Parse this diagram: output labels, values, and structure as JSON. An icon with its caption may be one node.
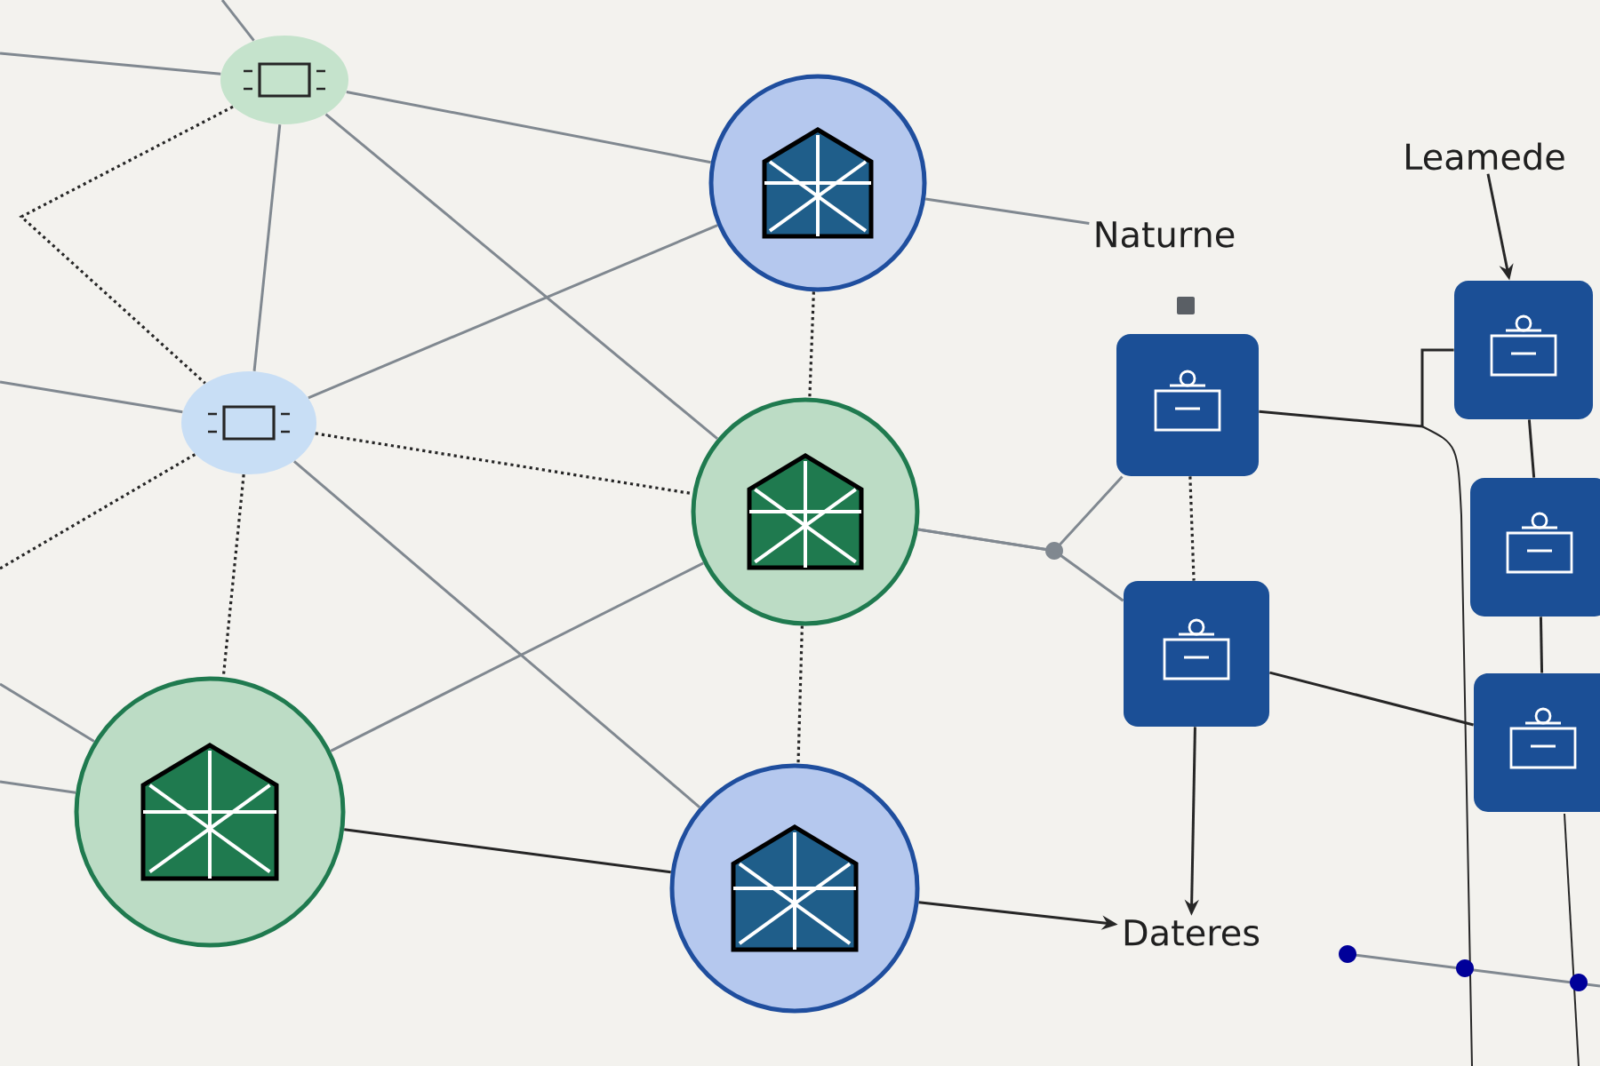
{
  "diagram": {
    "nodes": [
      {
        "text": [],
        "shape": "circle"
      },
      {
        "text": [],
        "shape": "circle"
      },
      {
        "text": [],
        "shape": "circle"
      },
      {
        "text": [],
        "shape": "circle"
      },
      {
        "text": [],
        "shape": "circle"
      },
      {
        "text": [],
        "shape": "circle"
      },
      {
        "text": [
          "Naturne"
        ]
      },
      {
        "text": [
          "Leamede"
        ]
      },
      {
        "text": [],
        "shape": "box"
      },
      {
        "text": [],
        "shape": "box"
      },
      {
        "text": [],
        "shape": "box"
      },
      {
        "text": [],
        "shape": "box"
      },
      {
        "text": [],
        "shape": "box"
      },
      {
        "text": [
          "Dateres"
        ]
      }
    ],
    "edges": [
      {
        "from": 0,
        "to": 2,
        "arrow": "none",
        "color": "#808890"
      },
      {
        "from": 0,
        "to": 1,
        "arrow": "none",
        "color": "#808890"
      },
      {
        "from": 0,
        "to": 3,
        "arrow": "none",
        "color": "#808890"
      },
      {
        "from": 1,
        "to": 2,
        "arrow": "none",
        "color": "#808890"
      },
      {
        "from": 1,
        "to": 5,
        "arrow": "none",
        "color": "#808890"
      },
      {
        "from": 4,
        "to": 3,
        "arrow": "none",
        "color": "#808890"
      },
      {
        "from": 4,
        "to": 5,
        "arrow": "none"
      },
      {
        "from": 2,
        "to": 6,
        "arrow": "none",
        "color": "#808890"
      },
      {
        "from": 3,
        "to": 8,
        "arrow": "none",
        "color": "#808890"
      },
      {
        "from": 3,
        "to": 9,
        "arrow": "none",
        "color": "#808890"
      },
      {
        "from": 5,
        "to": 13,
        "arrow": "to"
      },
      {
        "from": 9,
        "to": 13,
        "arrow": "to"
      },
      {
        "from": 8,
        "to": 10,
        "arrow": "none"
      },
      {
        "from": 9,
        "to": 12,
        "arrow": "none"
      },
      {
        "from": 10,
        "to": 11,
        "arrow": "none"
      },
      {
        "from": 11,
        "to": 12,
        "arrow": "none"
      },
      {
        "from": 7,
        "to": 10,
        "arrow": "to"
      },
      {
        "from": 2,
        "to": 3,
        "arrow": "none",
        "style": "dashed"
      },
      {
        "from": 3,
        "to": 5,
        "arrow": "none",
        "style": "dashed"
      },
      {
        "from": 1,
        "to": 3,
        "arrow": "none",
        "style": "dashed"
      },
      {
        "from": 1,
        "to": 4,
        "arrow": "none",
        "style": "dashed"
      },
      {
        "from": 8,
        "to": 9,
        "arrow": "none",
        "style": "dashed"
      },
      {
        "from": 0,
        "to": 1,
        "arrow": "none",
        "style": "dashed"
      },
      {
        "from": null,
        "to": 1,
        "arrow": "none",
        "style": "dashed"
      },
      {
        "from": null,
        "to": 0,
        "arrow": "none",
        "color": "#808890"
      },
      {
        "from": null,
        "to": 0,
        "arrow": "none",
        "color": "#808890"
      },
      {
        "from": null,
        "to": 1,
        "arrow": "none",
        "color": "#808890"
      },
      {
        "from": null,
        "to": 4,
        "arrow": "none",
        "color": "#808890"
      },
      {
        "from": null,
        "to": 4,
        "arrow": "none",
        "color": "#808890"
      }
    ]
  }
}
